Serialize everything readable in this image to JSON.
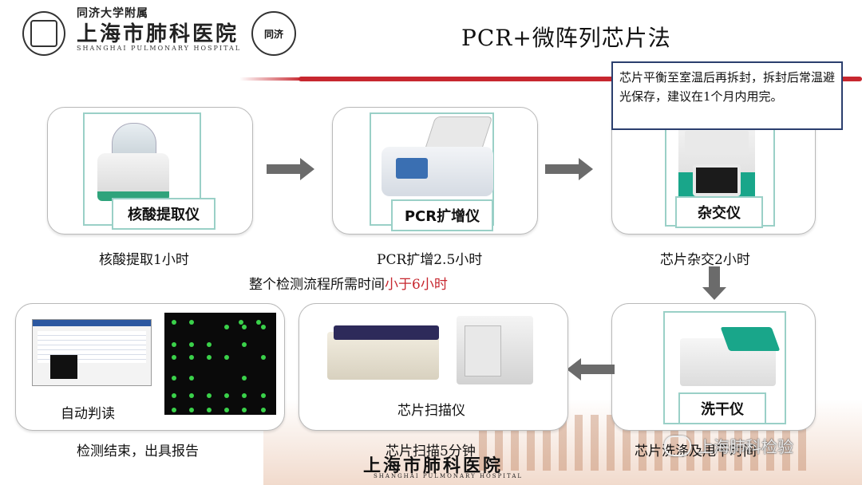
{
  "header": {
    "university_line": "同济大学附属",
    "hospital_name": "上海市肺科医院",
    "hospital_name_en": "SHANGHAI PULMONARY HOSPITAL",
    "tongji_seal_text": "同济",
    "title": "PCR+微阵列芯片法"
  },
  "note": "芯片平衡至室温后再拆封，拆封后常温避光保存，建议在1个月内用完。",
  "steps": [
    {
      "label": "核酸提取仪",
      "caption": "核酸提取1小时"
    },
    {
      "label": "PCR扩增仪",
      "caption": "PCR扩增2.5小时"
    },
    {
      "label": "杂交仪",
      "caption": "芯片杂交2小时"
    },
    {
      "label": "洗干仪",
      "caption": "芯片洗涤及甩干时间"
    },
    {
      "label": "芯片扫描仪",
      "caption": "芯片扫描5分钟"
    },
    {
      "label": "自动判读",
      "caption": "检测结束，出具报告"
    }
  ],
  "total_time": {
    "prefix": "整个检测流程所需时间",
    "highlight": "小于6小时"
  },
  "watermark": {
    "name": "上海市肺科医院",
    "name_en": "SHANGHAI PULMONARY HOSPITAL"
  },
  "wechat_account": "上海肺科检验",
  "colors": {
    "accent_red": "#c7272f",
    "frame_teal": "#9ad0c7",
    "note_border": "#2b3f6e",
    "highlight_red": "#c7272f"
  }
}
